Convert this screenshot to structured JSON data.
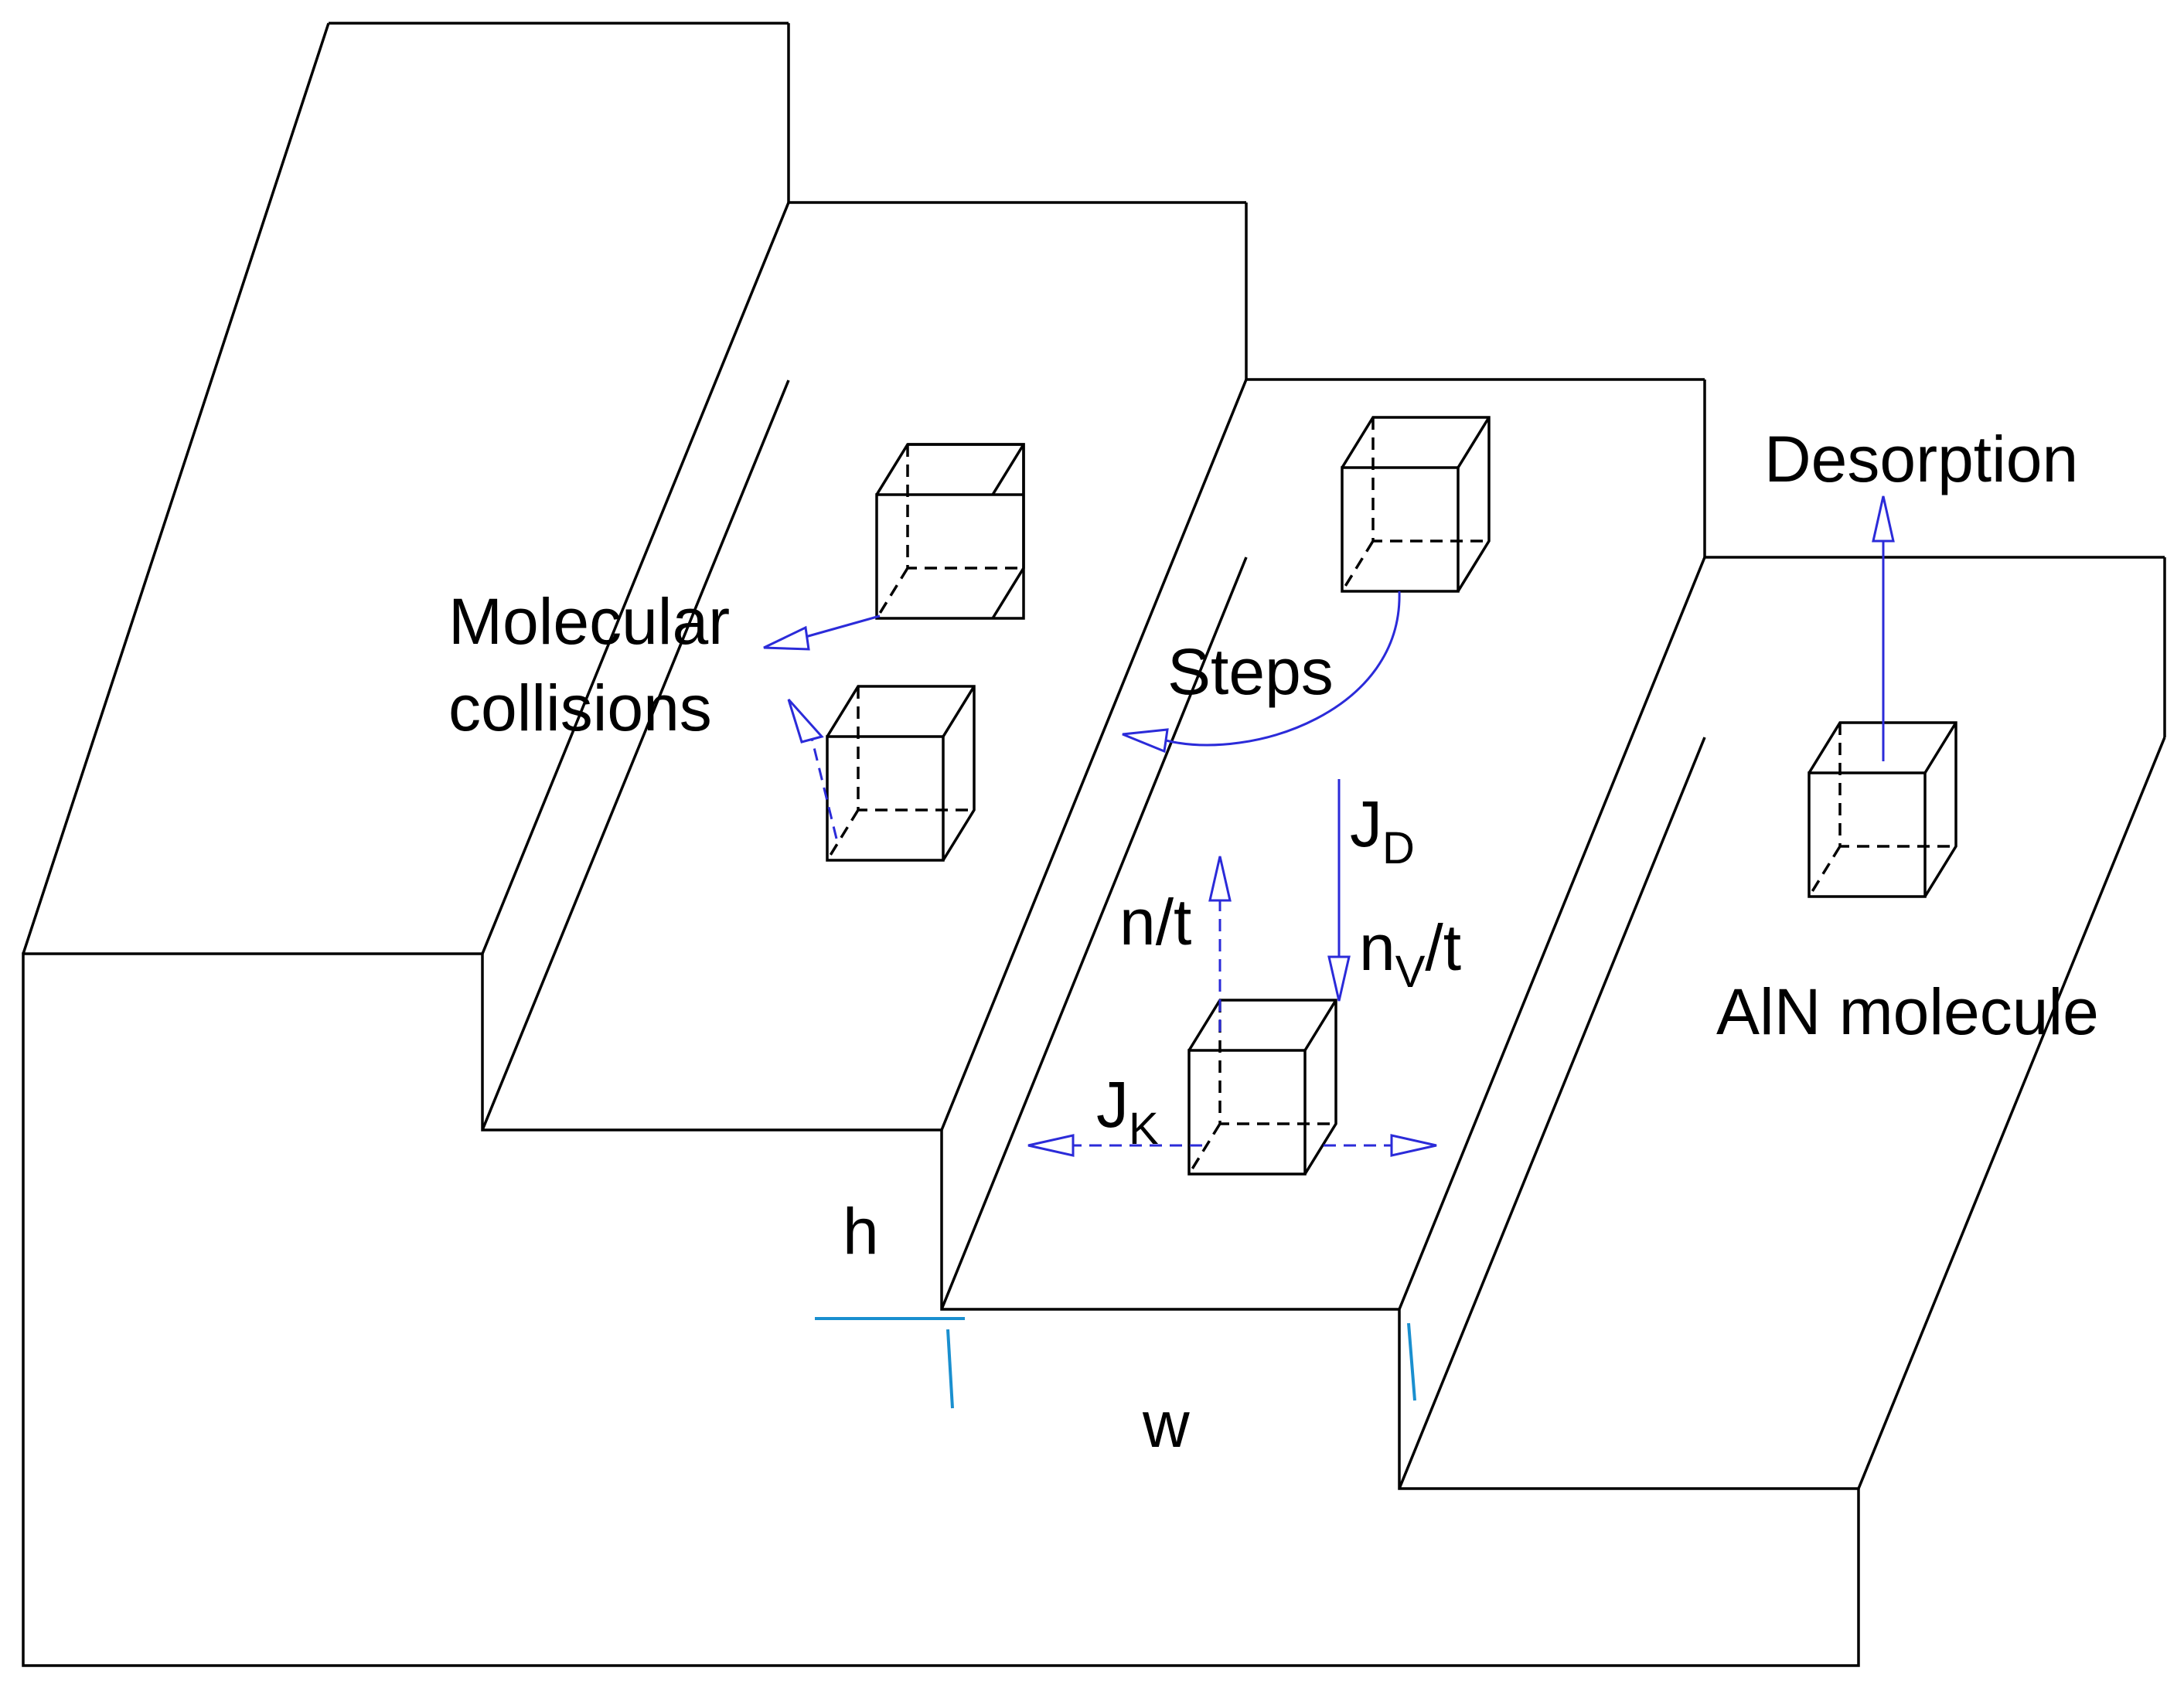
{
  "labels": {
    "desorption": "Desorption",
    "molecular_collisions_line1": "Molecular",
    "molecular_collisions_line2": "collisions",
    "steps": "Steps",
    "jd_main": "J",
    "jd_sub": "D",
    "n_over_t": "n/t",
    "nv_main": "n",
    "nv_sub": "V",
    "nv_rest": "/t",
    "aln_molecule": "AlN molecule",
    "jk_main": "J",
    "jk_sub": "K",
    "h": "h",
    "w": "w"
  },
  "colors": {
    "outline": "#000000",
    "flux_arrow": "#2b2bd9",
    "dimension_marker": "#1a8fcf"
  }
}
